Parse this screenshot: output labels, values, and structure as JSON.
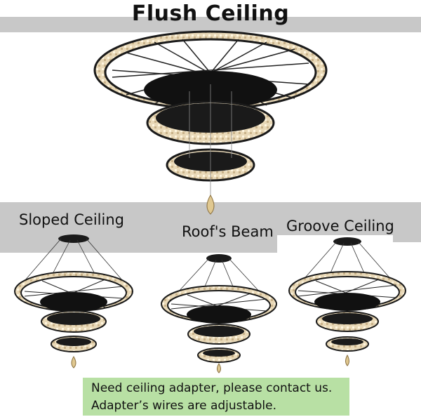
{
  "labels": {
    "flush": "Flush Ceiling",
    "sloped": "Sloped Ceiling",
    "beam": "Roof's Beam",
    "groove": "Groove Ceiling"
  },
  "note": {
    "line1": "Need ceiling adapter, please contact us.",
    "line2": "Adapter’s wires are adjustable."
  },
  "colors": {
    "ceiling": "#c8c8c8",
    "note_bg": "#b8e0a4",
    "frame": "#1a1a1a",
    "crystal": "#e9d9b8"
  }
}
